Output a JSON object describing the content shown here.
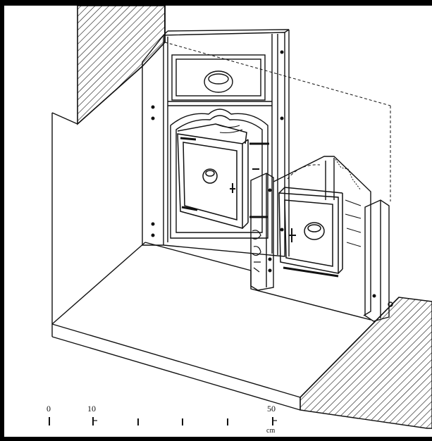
{
  "colors": {
    "ink": "#111111",
    "paper": "#ffffff",
    "frame": "#000000"
  },
  "scale_bar": {
    "label_0": "0",
    "label_10": "10",
    "label_50": "50",
    "unit": "cm",
    "ticks": [
      0,
      10,
      20,
      30,
      40,
      50
    ]
  }
}
